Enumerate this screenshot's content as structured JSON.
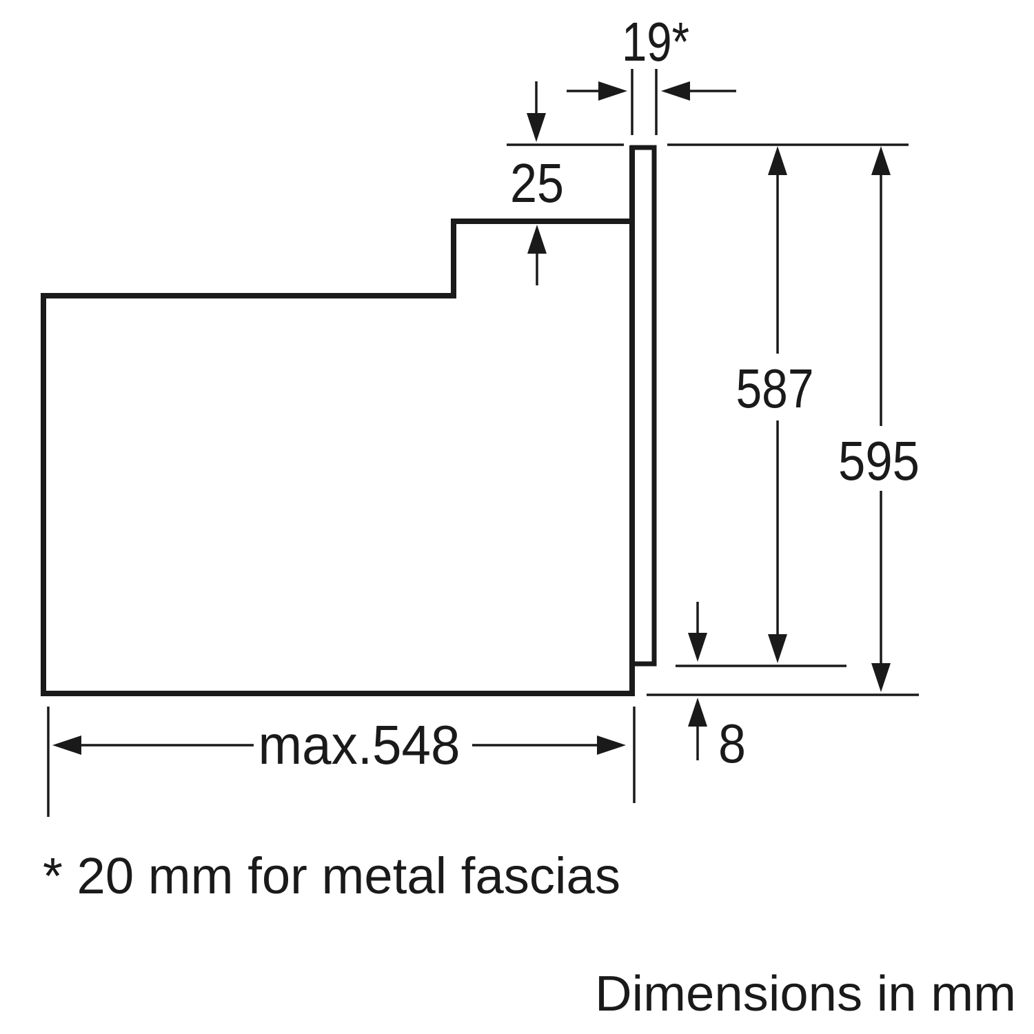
{
  "diagram": {
    "type": "appliance-installation-drawing",
    "background_color": "#ffffff",
    "line_color": "#1a1a1a",
    "labels": {
      "fascia_width": "19*",
      "top_recess": "25",
      "inner_height": "587",
      "overall_height": "595",
      "bottom_clearance": "8",
      "max_depth": "max.548"
    },
    "footnote": "* 20 mm for metal fascias",
    "units_note": "Dimensions in mm"
  }
}
